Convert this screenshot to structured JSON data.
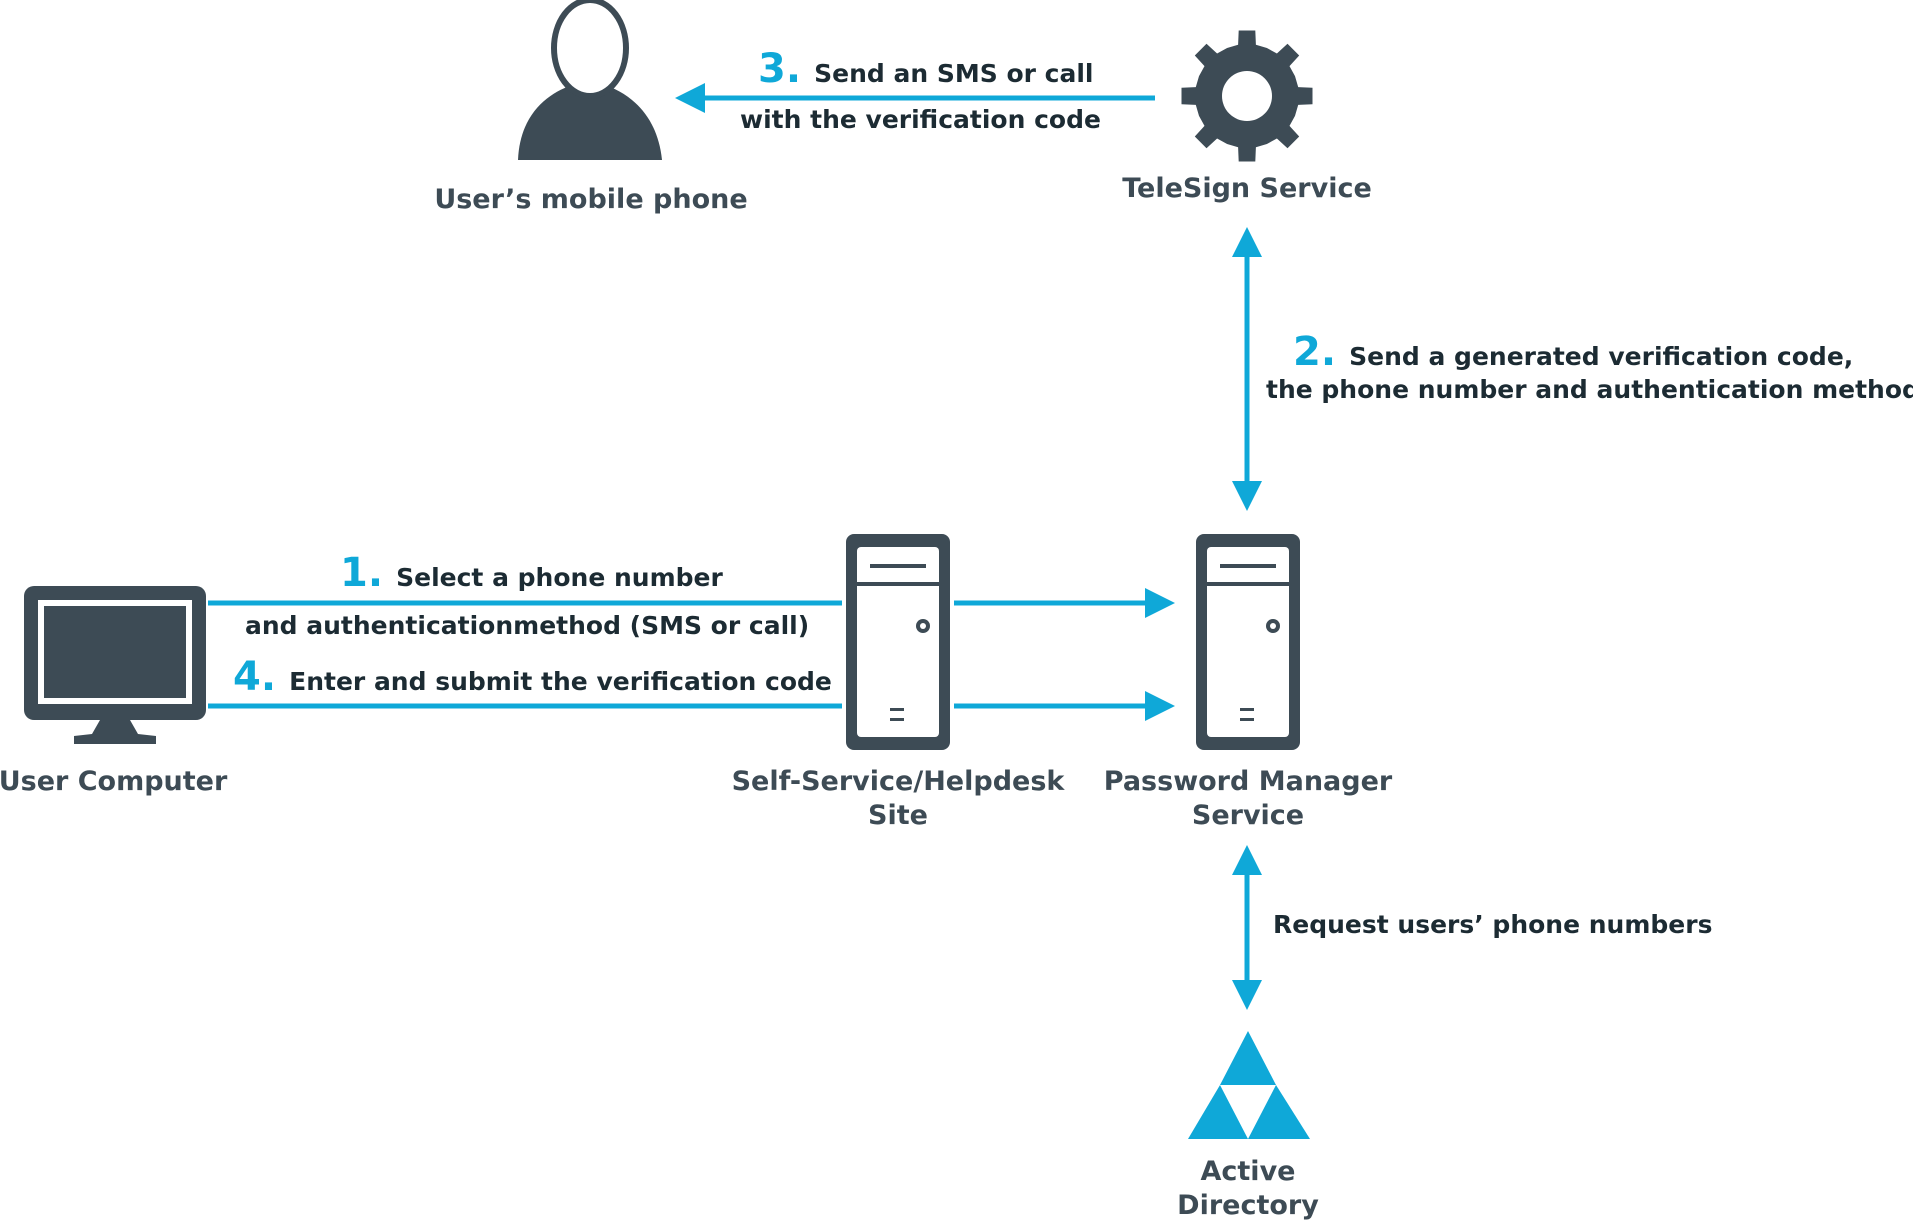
{
  "nodes": {
    "user_mobile": {
      "label": "User’s mobile phone",
      "icon": "user-silhouette-icon"
    },
    "telesign": {
      "label": "TeleSign Service",
      "icon": "gear-icon"
    },
    "user_computer": {
      "label": "User Computer",
      "icon": "monitor-icon"
    },
    "selfservice": {
      "label_line1": "Self-Service/Helpdesk",
      "label_line2": "Site",
      "icon": "server-tower-icon"
    },
    "pm_service": {
      "label_line1": "Password Manager",
      "label_line2": "Service",
      "icon": "server-tower-icon"
    },
    "active_directory": {
      "label_line1": "Active",
      "label_line2": "Directory",
      "icon": "active-directory-triforce-icon"
    }
  },
  "steps": {
    "step1": {
      "number": "1.",
      "line1": "Select a phone number",
      "line2": "and authenticationmethod (SMS or call)"
    },
    "step2": {
      "number": "2.",
      "line1": "Send a generated verification code,",
      "line2": "the phone number and authentication method"
    },
    "step3": {
      "number": "3.",
      "line1": "Send an SMS or call",
      "line2": "with the verification code"
    },
    "step4": {
      "number": "4.",
      "line1": "Enter and submit the verification code"
    },
    "request": {
      "line1": "Request users’ phone numbers"
    }
  },
  "colors": {
    "accent": "#0fa8d8",
    "icon_dark": "#3d4b55",
    "text_dark": "#1c2b33",
    "background": "#ffffff"
  }
}
